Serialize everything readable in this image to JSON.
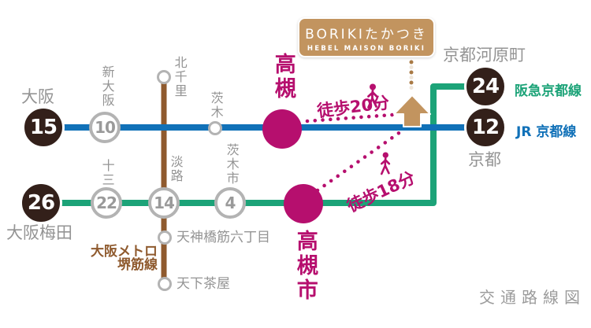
{
  "caption": "交通路線図",
  "sign": {
    "title": "BORIKIたかつき",
    "subtitle": "HEBEL MAISON BORIKI"
  },
  "lines": {
    "jr": {
      "label": "JR 京都線",
      "color": "#1171b8"
    },
    "hankyu": {
      "label": "阪急京都線",
      "color": "#1ca378"
    },
    "metro": {
      "label_line1": "大阪メトロ",
      "label_line2": "堺筋線",
      "color": "#8f5a2e"
    }
  },
  "walks": {
    "takatsuki": {
      "label": "徒歩20分"
    },
    "takatsuki_shi": {
      "label": "徒歩18分"
    }
  },
  "stations": {
    "osaka": {
      "name": "大阪",
      "badge": "15"
    },
    "shin_osaka": {
      "name": "新大阪",
      "badge": "10"
    },
    "kita_senri": {
      "name": "北千里"
    },
    "ibaraki": {
      "name": "茨木"
    },
    "takatsuki": {
      "name": "高槻"
    },
    "kyoto": {
      "name": "京都",
      "badge": "12"
    },
    "osaka_umeda": {
      "name": "大阪梅田",
      "badge": "26"
    },
    "juso": {
      "name": "十三",
      "badge": "22"
    },
    "awaji": {
      "name": "淡路",
      "badge": "14"
    },
    "ibaraki_shi": {
      "name": "茨木市",
      "badge": "4"
    },
    "takatsuki_shi": {
      "name": "高槻市"
    },
    "kyoto_kawaramachi": {
      "name": "京都河原町",
      "badge": "24"
    },
    "tenjimbashisuji_6": {
      "name": "天神橋筋六丁目"
    },
    "tengachaya": {
      "name": "天下茶屋"
    }
  },
  "colors": {
    "jr_blue": "#1171b8",
    "hankyu_green": "#1ca378",
    "metro_brown": "#8f5a2e",
    "route_magenta": "#b60f6e",
    "station_dark": "#33201a",
    "sign_tan": "#c2945f",
    "label_gray": "#949494"
  }
}
